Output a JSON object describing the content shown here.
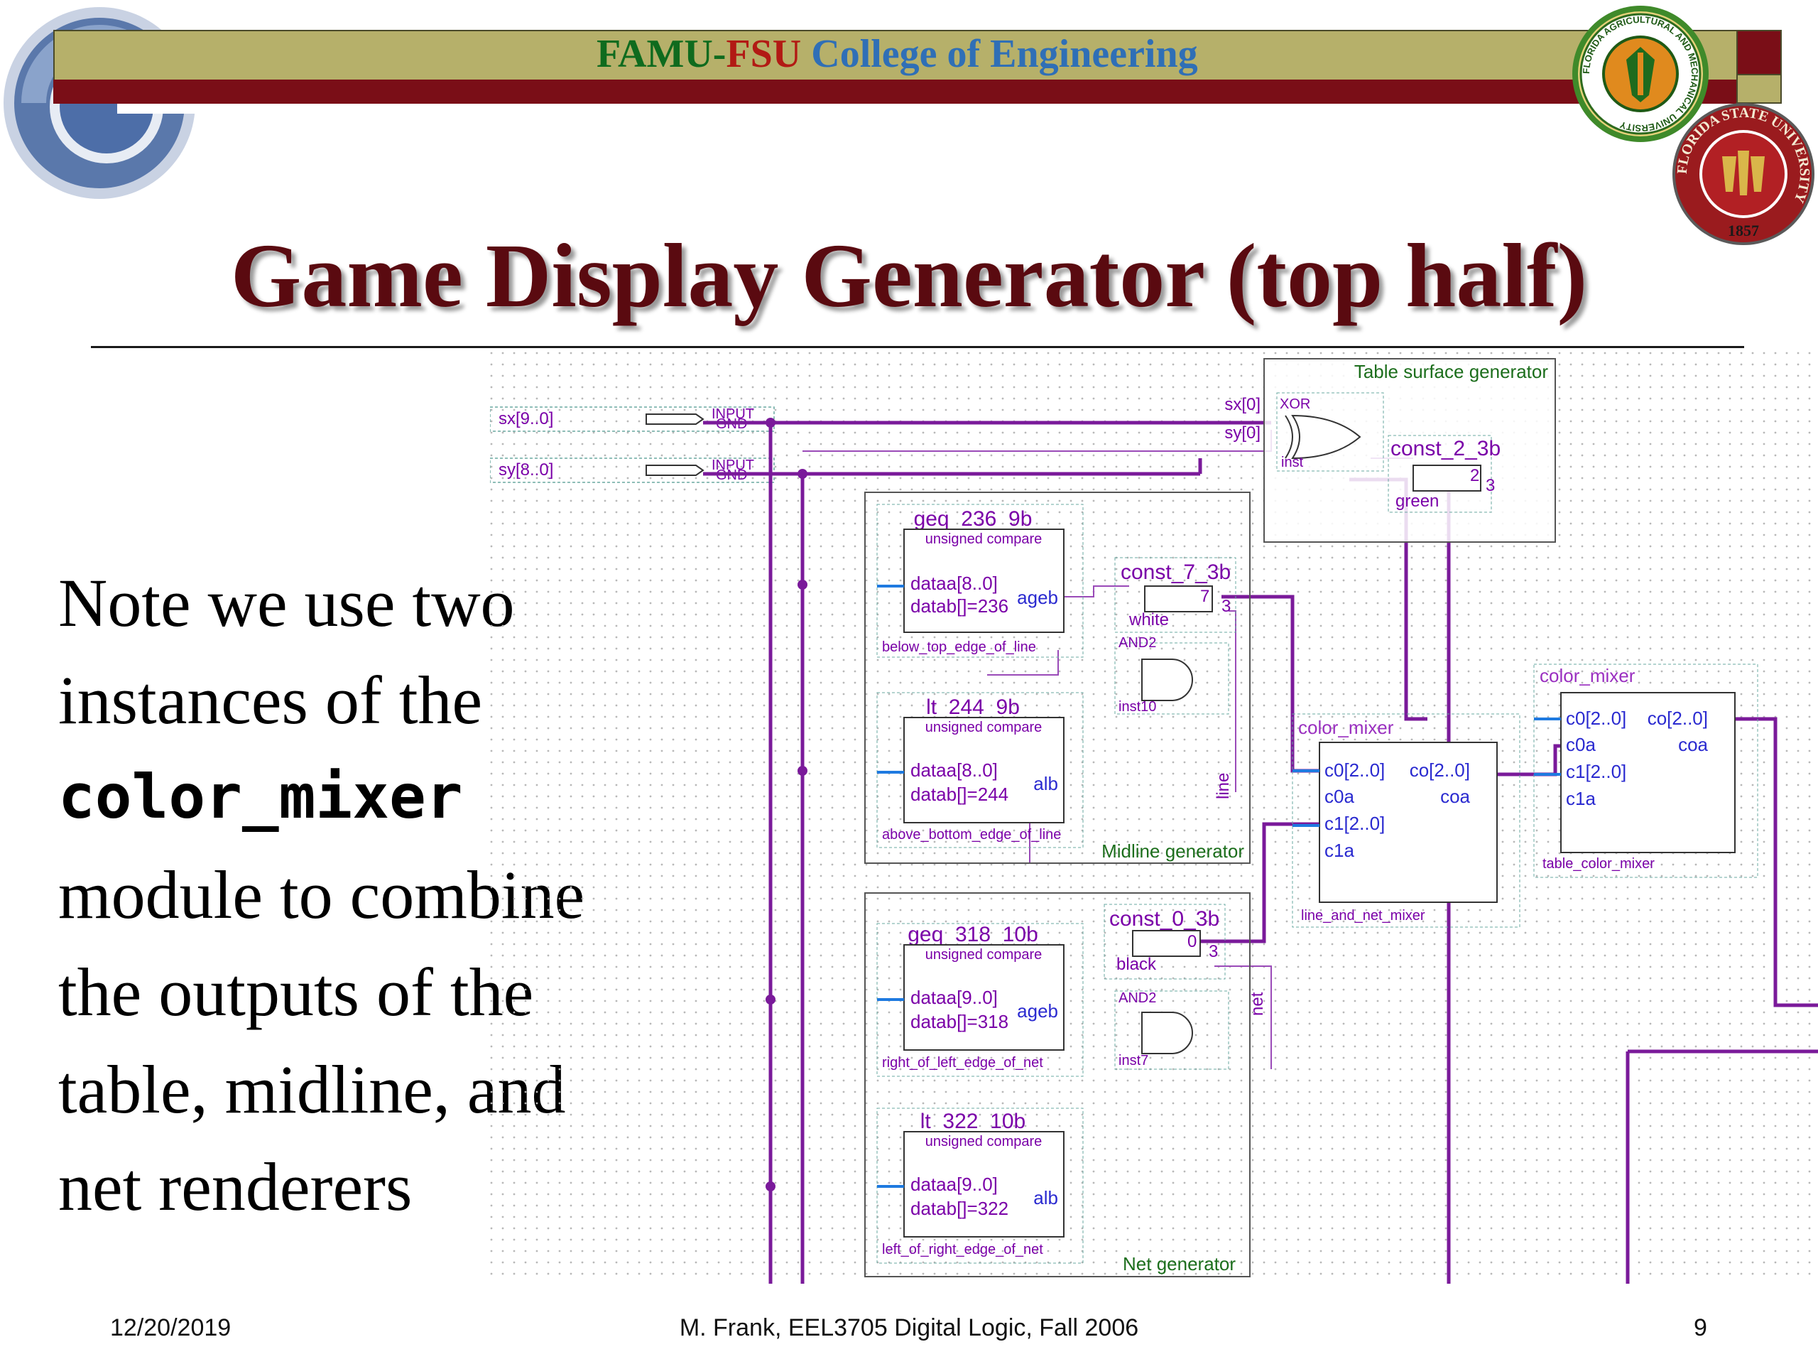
{
  "header": {
    "college_part1": "FAMU",
    "college_dash": "-",
    "college_part2": "FSU",
    "college_part3": " College of Engineering",
    "colors": {
      "banner_olive": "#b6b06a",
      "banner_maroon": "#7a0e17",
      "famu_green": "#0f6b1e",
      "fsu_red": "#b21a14",
      "eng_blue": "#2f6fb6"
    }
  },
  "seals": {
    "famu": {
      "text": "FLORIDA AGRICULTURAL AND MECHANICAL UNIVERSITY"
    },
    "fsu": {
      "text": "FLORIDA STATE UNIVERSITY",
      "year": "1857"
    }
  },
  "slide": {
    "title": "Game Display Generator (top half)",
    "note_lines": [
      "Note we use two",
      "instances of the",
      "color_mixer",
      "module to combine",
      "the outputs of the",
      "table, midline, and",
      "net renderers"
    ]
  },
  "schematic": {
    "inputs": [
      {
        "name": "sx[9..0]",
        "type": "INPUT",
        "default": "GND"
      },
      {
        "name": "sy[8..0]",
        "type": "INPUT",
        "default": "GND"
      }
    ],
    "table_group": {
      "label": "Table surface generator",
      "sx0": "sx[0]",
      "sy0": "sy[0]",
      "xor_label": "XOR",
      "xor_inst": "inst",
      "const_name": "const_2_3b",
      "const_value": "2",
      "const_width": "3",
      "const_inst": "green"
    },
    "midline_group": {
      "label": "Midline generator",
      "cmp1": {
        "name": "geq_236_9b",
        "sub": "unsigned compare",
        "in_a": "dataa[8..0]",
        "in_b": "datab[]=236",
        "out": "ageb",
        "inst": "below_top_edge_of_line"
      },
      "cmp2": {
        "name": "lt_244_9b",
        "sub": "unsigned compare",
        "in_a": "dataa[8..0]",
        "in_b": "datab[]=244",
        "out": "alb",
        "inst": "above_bottom_edge_of_line"
      },
      "const_name": "const_7_3b",
      "const_value": "7",
      "const_width": "3",
      "const_inst": "white",
      "and_label": "AND2",
      "and_inst": "inst10",
      "signal": "line"
    },
    "net_group": {
      "label": "Net generator",
      "cmp1": {
        "name": "geq_318_10b",
        "sub": "unsigned compare",
        "in_a": "dataa[9..0]",
        "in_b": "datab[]=318",
        "out": "ageb",
        "inst": "right_of_left_edge_of_net"
      },
      "cmp2": {
        "name": "lt_322_10b",
        "sub": "unsigned compare",
        "in_a": "dataa[9..0]",
        "in_b": "datab[]=322",
        "out": "alb",
        "inst": "left_of_right_edge_of_net"
      },
      "const_name": "const_0_3b",
      "const_value": "0",
      "const_width": "3",
      "const_inst": "black",
      "and_label": "AND2",
      "and_inst": "inst7",
      "signal": "net"
    },
    "mixer1": {
      "type": "color_mixer",
      "ports_left": [
        "c0[2..0]",
        "c0a",
        "c1[2..0]",
        "c1a"
      ],
      "ports_right": [
        "co[2..0]",
        "coa"
      ],
      "inst": "line_and_net_mixer"
    },
    "mixer2": {
      "type": "color_mixer",
      "ports_left": [
        "c0[2..0]",
        "c0a",
        "c1[2..0]",
        "c1a"
      ],
      "ports_right": [
        "co[2..0]",
        "coa"
      ],
      "inst": "table_color_mixer"
    }
  },
  "footer": {
    "date": "12/20/2019",
    "center": "M. Frank, EEL3705 Digital Logic, Fall 2006",
    "page": "9"
  }
}
